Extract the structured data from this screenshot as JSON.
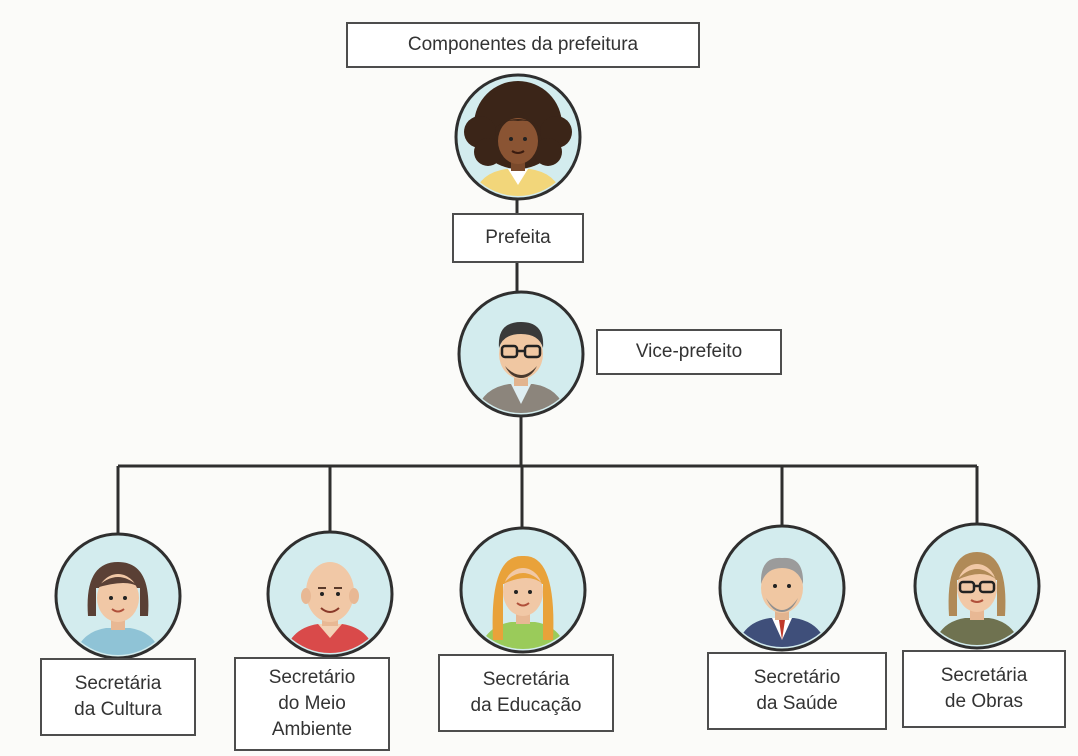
{
  "title": "Componentes da prefeitura",
  "colors": {
    "line": "#2f2f2f",
    "circle_fill": "#d3ecee",
    "circle_border": "#2f2f2f",
    "label_border": "#4d4d4d",
    "background": "#fbfbf9"
  },
  "nodes": {
    "prefeita": {
      "label": "Prefeita",
      "portrait": "woman-curly-hair-portrait"
    },
    "vice": {
      "label": "Vice-prefeito",
      "portrait": "man-glasses-beard-portrait"
    },
    "cultura": {
      "label": "Secretária\nda Cultura",
      "portrait": "woman-short-dark-hair-portrait"
    },
    "meio_ambiente": {
      "label": "Secretário\ndo Meio\nAmbiente",
      "portrait": "bald-man-portrait"
    },
    "educacao": {
      "label": "Secretária\nda Educação",
      "portrait": "woman-blonde-hair-portrait"
    },
    "saude": {
      "label": "Secretário\nda Saúde",
      "portrait": "older-man-suit-portrait"
    },
    "obras": {
      "label": "Secretária\nde Obras",
      "portrait": "woman-glasses-portrait"
    }
  }
}
